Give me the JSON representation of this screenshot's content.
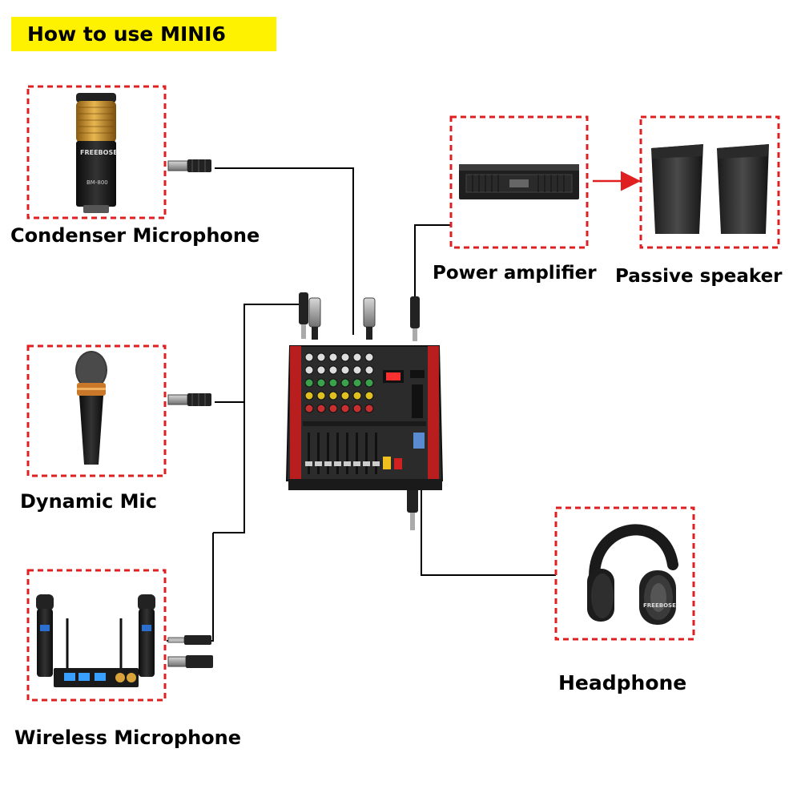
{
  "title": "How to use MINI6",
  "devices": {
    "condenser_mic": {
      "label": "Condenser Microphone",
      "brand": "FREEBOSE",
      "model": "BM-800"
    },
    "dynamic_mic": {
      "label": "Dynamic Mic"
    },
    "wireless_mic": {
      "label": "Wireless Microphone"
    },
    "power_amplifier": {
      "label": "Power amplifier"
    },
    "passive_speaker": {
      "label": "Passive speaker"
    },
    "headphone": {
      "label": "Headphone",
      "brand": "FREEBOSE"
    }
  },
  "colors": {
    "title_highlight": "#fff200",
    "dashed_border": "#e02020",
    "arrow": "#e02020",
    "cable": "#000000"
  }
}
